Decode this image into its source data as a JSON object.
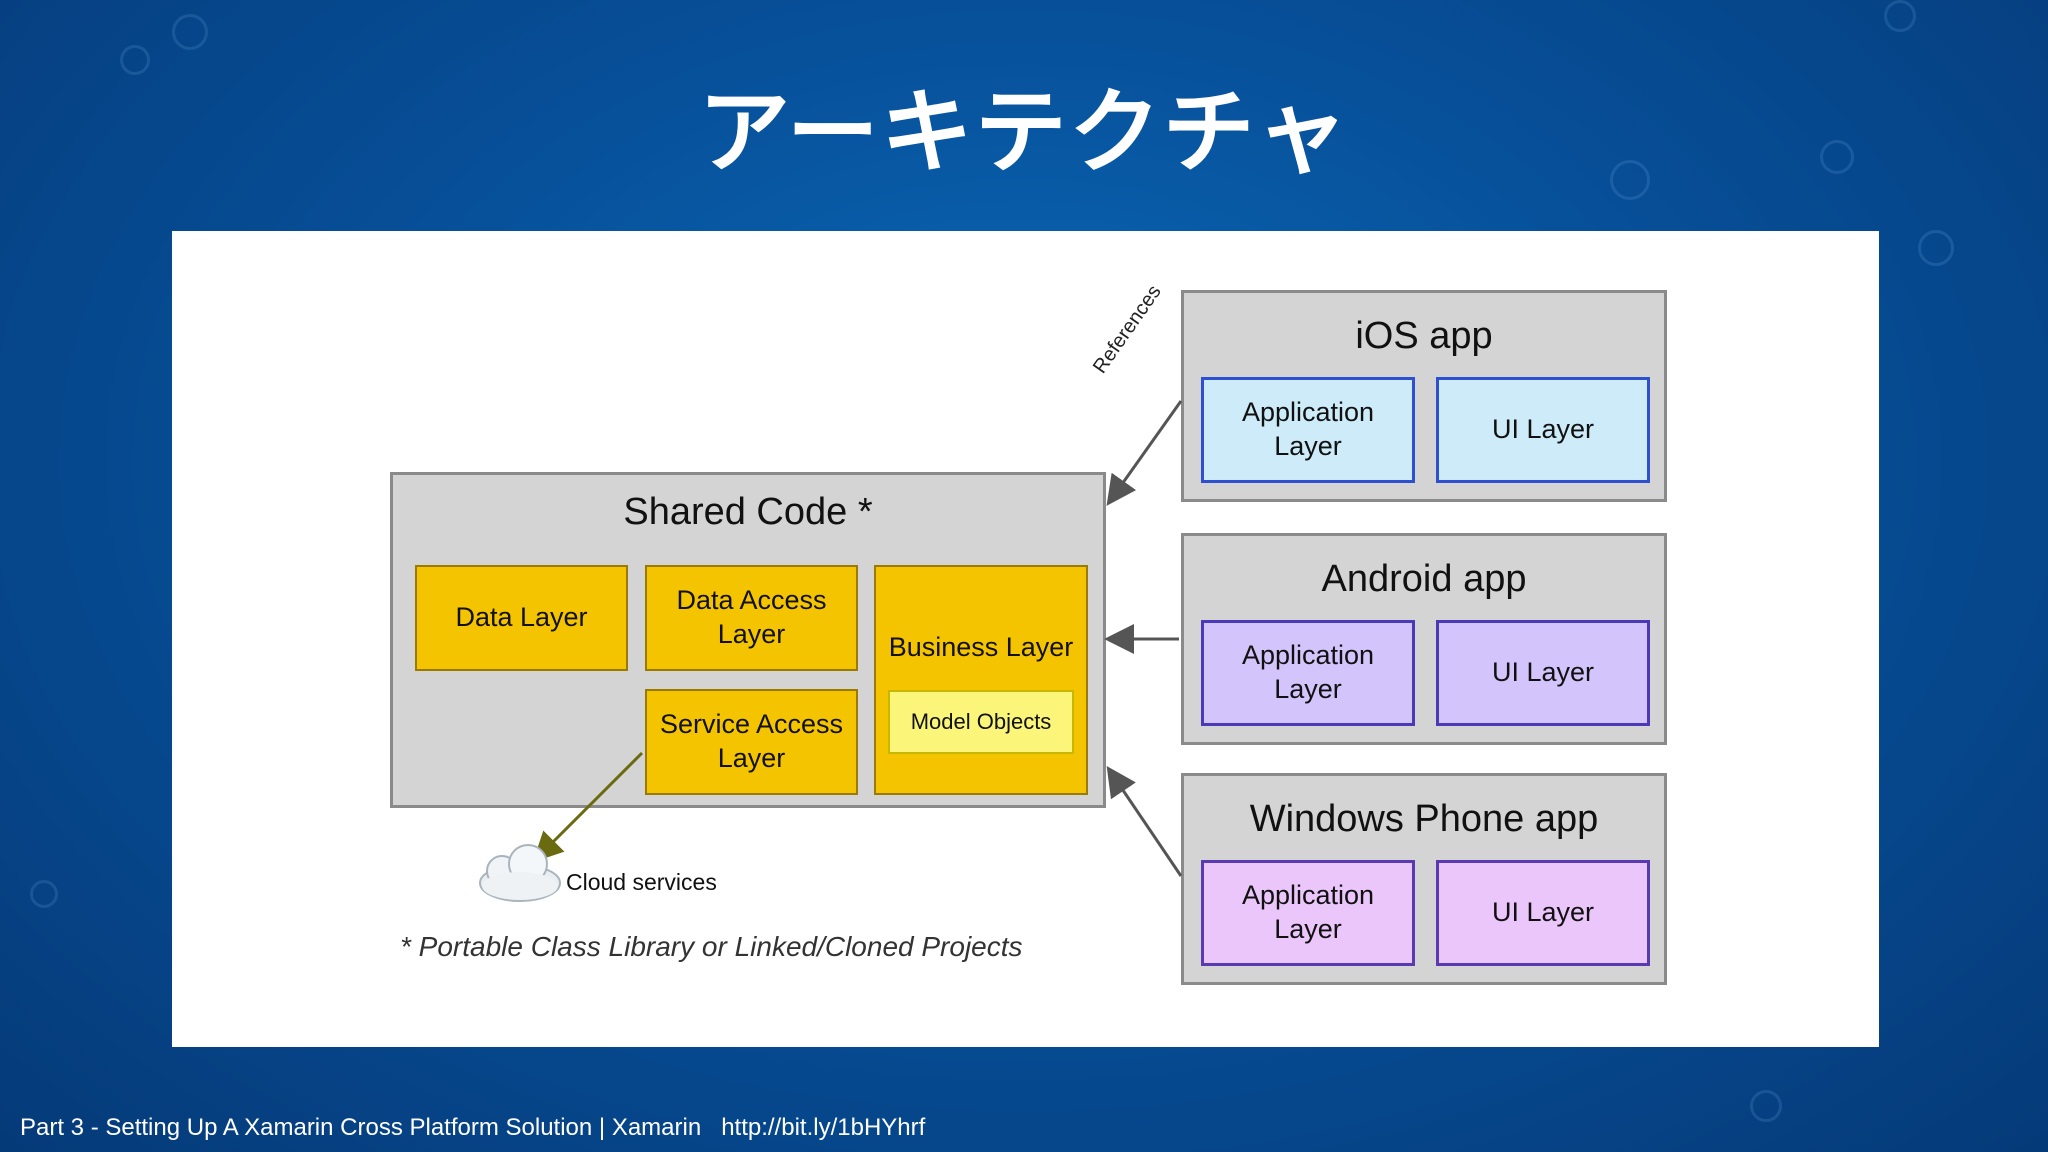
{
  "slide": {
    "title": "アーキテクチャ",
    "footer": "Part 3 - Setting Up A Xamarin Cross Platform Solution | Xamarin   http://bit.ly/1bHYhrf"
  },
  "diagram": {
    "shared": {
      "title": "Shared Code *",
      "data_layer": "Data Layer",
      "data_access_layer": "Data Access\nLayer",
      "service_access_layer": "Service Access\nLayer",
      "business_layer": "Business Layer",
      "model_objects": "Model Objects"
    },
    "cloud_label": "Cloud services",
    "references_label": "References",
    "footnote": "* Portable Class Library or Linked/Cloned Projects",
    "apps": {
      "ios": {
        "title": "iOS app",
        "app_layer": "Application\nLayer",
        "ui_layer": "UI Layer"
      },
      "android": {
        "title": "Android app",
        "app_layer": "Application\nLayer",
        "ui_layer": "UI Layer"
      },
      "wp": {
        "title": "Windows Phone app",
        "app_layer": "Application\nLayer",
        "ui_layer": "UI Layer"
      }
    },
    "colors": {
      "yellow": "#f5c400",
      "cyan": "#cdebf8",
      "lavender": "#d3c4fb",
      "pink": "#ebc6fb",
      "gray": "#d4d4d4"
    }
  }
}
